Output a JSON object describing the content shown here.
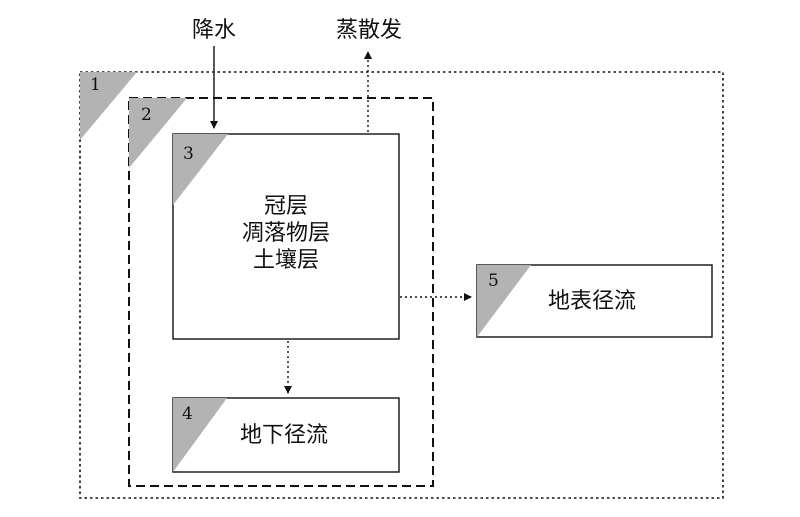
{
  "inputs": {
    "precipitation": "降水",
    "evapotranspiration": "蒸散发"
  },
  "regions": {
    "r1": {
      "number": "1"
    },
    "r2": {
      "number": "2"
    },
    "r3": {
      "number": "3",
      "lines": [
        "冠层",
        "凋落物层",
        "土壤层"
      ]
    },
    "r4": {
      "number": "4",
      "label": "地下径流"
    },
    "r5": {
      "number": "5",
      "label": "地表径流"
    }
  }
}
